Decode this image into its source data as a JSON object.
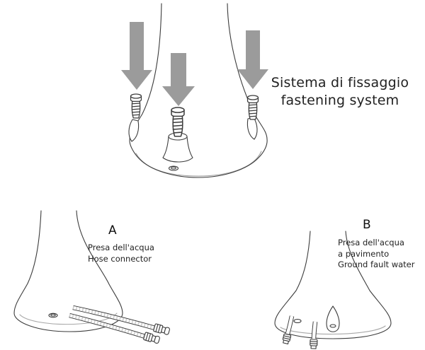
{
  "diagram": {
    "fastening": {
      "title_it": "Sistema di fissaggio",
      "title_en": "fastening system"
    },
    "figure_a": {
      "label": "A",
      "caption_line1": "Presa dell'acqua",
      "caption_line2": "Hose connector"
    },
    "figure_b": {
      "label": "B",
      "caption_line1": "Presa dell'acqua",
      "caption_line2": "a pavimento",
      "caption_line3": "Ground fault water"
    }
  },
  "colors": {
    "arrow_fill": "#9b9b9b",
    "line": "#3c3c3c",
    "text": "#1f1f1f",
    "background": "#ffffff"
  },
  "icons": {
    "down_arrow": "block-down-arrow",
    "screw": "threaded-screw",
    "hose_fitting": "hose-nut-fitting"
  }
}
